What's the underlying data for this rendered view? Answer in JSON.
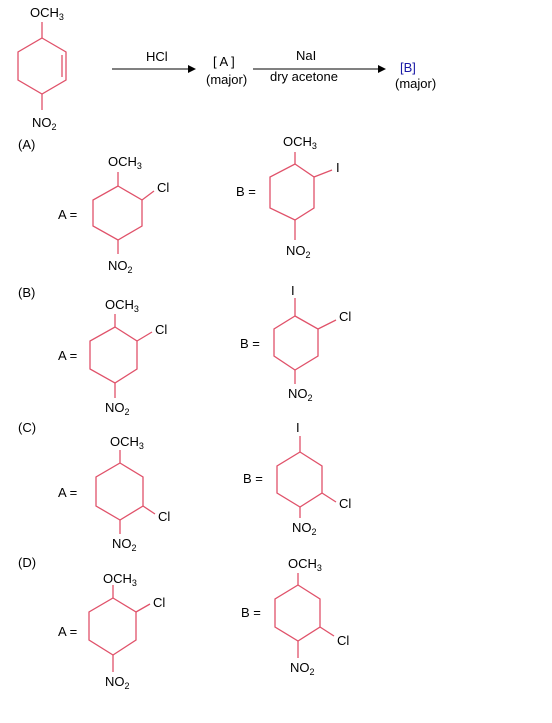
{
  "reaction": {
    "start": {
      "top": "OCH3",
      "bottom": "NO2"
    },
    "reagent1": "HCl",
    "intermediate": "[ A ]",
    "intermediate_note": "(major)",
    "reagent2_top": "NaI",
    "reagent2_bottom": "dry acetone",
    "product": "[B]",
    "product_note": "(major)"
  },
  "options": [
    {
      "label": "(A)",
      "a_label": "A =",
      "a_subs": {
        "top": "OCH3",
        "right": "Cl",
        "bottom": "NO2"
      },
      "b_label": "B =",
      "b_subs": {
        "top": "OCH3",
        "right": "I",
        "bottom": "NO2"
      }
    },
    {
      "label": "(B)",
      "a_label": "A =",
      "a_subs": {
        "top": "OCH3",
        "right": "Cl",
        "bottom": "NO2"
      },
      "b_label": "B =",
      "b_subs": {
        "top": "I",
        "right": "Cl",
        "bottom": "NO2"
      }
    },
    {
      "label": "(C)",
      "a_label": "A =",
      "a_subs": {
        "top": "OCH3",
        "right": "Cl",
        "bottom": "NO2"
      },
      "b_label": "B =",
      "b_subs": {
        "top": "I",
        "right": "Cl",
        "bottom": "NO2"
      }
    },
    {
      "label": "(D)",
      "a_label": "A =",
      "a_subs": {
        "top": "OCH3",
        "right": "Cl",
        "bottom": "NO2"
      },
      "b_label": "B =",
      "b_subs": {
        "top": "OCH3",
        "right": "Cl",
        "bottom": "NO2"
      }
    }
  ]
}
